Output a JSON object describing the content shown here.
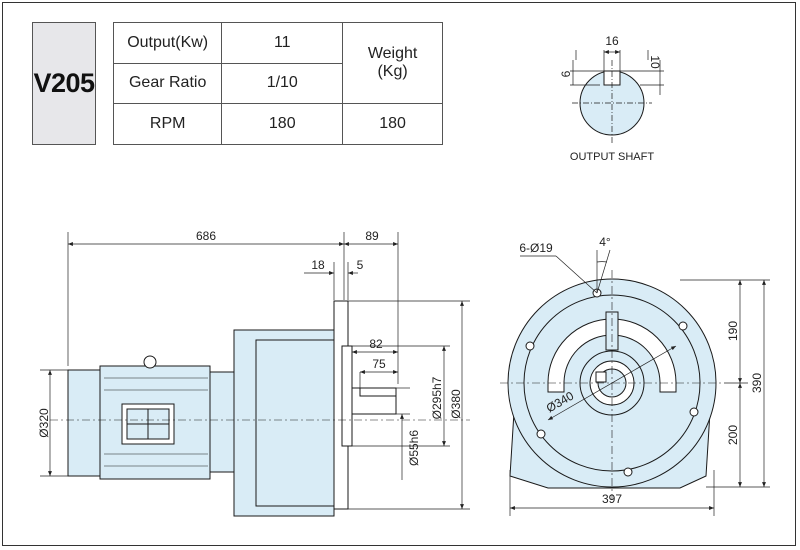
{
  "model": "V205",
  "specs": {
    "output_label": "Output(Kw)",
    "output_value": "11",
    "ratio_label": "Gear Ratio",
    "ratio_value": "1/10",
    "rpm_label": "RPM",
    "rpm_value": "180",
    "weight_label_1": "Weight",
    "weight_label_2": "(Kg)",
    "weight_value": "180"
  },
  "shaft": {
    "caption": "OUTPUT SHAFT",
    "width": "16",
    "key_depth": "6",
    "key_height": "10"
  },
  "side_view": {
    "overall_length": "686",
    "shaft_length": "89",
    "flange_thickness": "18",
    "spigot": "5",
    "shaft_82": "82",
    "key_75": "75",
    "motor_dia": "Ø320",
    "shaft_dia": "Ø55h6",
    "spigot_dia": "Ø295h7",
    "flange_dia": "Ø380"
  },
  "front_view": {
    "holes": "6-Ø19",
    "angle": "4°",
    "pcd": "Ø340",
    "width": "397",
    "upper_height": "190",
    "lower_height": "200",
    "total_height": "390"
  },
  "colors": {
    "body_fill": "#d9ecf6",
    "line": "#1a1a1a",
    "model_box": "#e7e7ea"
  }
}
